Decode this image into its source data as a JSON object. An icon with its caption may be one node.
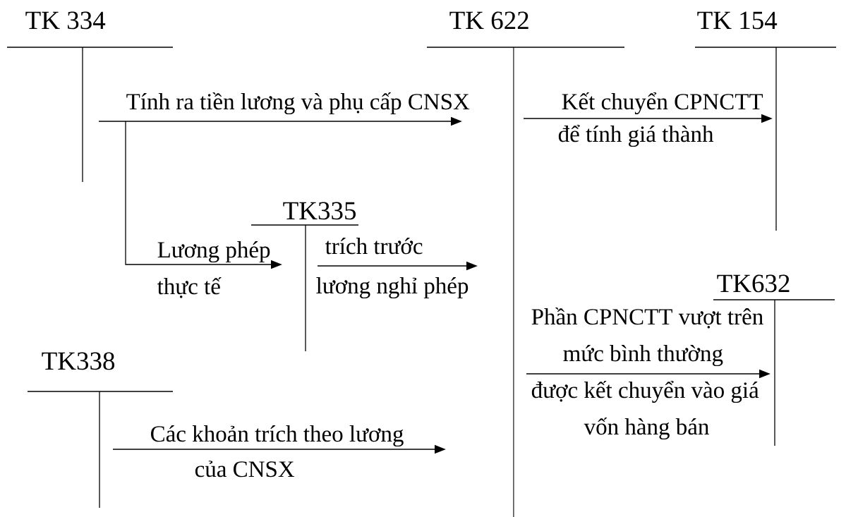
{
  "diagram": {
    "nodes": [
      {
        "text": [
          "TK 334"
        ]
      },
      {
        "text": [
          "TK 622"
        ]
      },
      {
        "text": [
          "TK 154"
        ]
      },
      {
        "text": [
          "TK335"
        ]
      },
      {
        "text": [
          "TK632"
        ]
      },
      {
        "text": [
          "TK338"
        ]
      }
    ],
    "edges": [
      {
        "from": 0,
        "to": 1,
        "arrow": "to",
        "label": "Tính ra tiền lương và phụ cấp CNSX"
      },
      {
        "from": 0,
        "to": 3,
        "arrow": "to",
        "label": "Lương phép thực tế"
      },
      {
        "from": 3,
        "to": 1,
        "arrow": "to",
        "label": "trích trước lương nghỉ phép"
      },
      {
        "from": 1,
        "to": 2,
        "arrow": "to",
        "label": "Kết chuyển CPNCTT để tính giá thành"
      },
      {
        "from": 1,
        "to": 4,
        "arrow": "to",
        "label": "Phần CPNCTT vượt trên mức bình thường được kết chuyển vào giá vốn hàng bán"
      },
      {
        "from": 5,
        "to": 1,
        "arrow": "to",
        "label": "Các khoản trích theo lương của CNSX"
      }
    ]
  }
}
